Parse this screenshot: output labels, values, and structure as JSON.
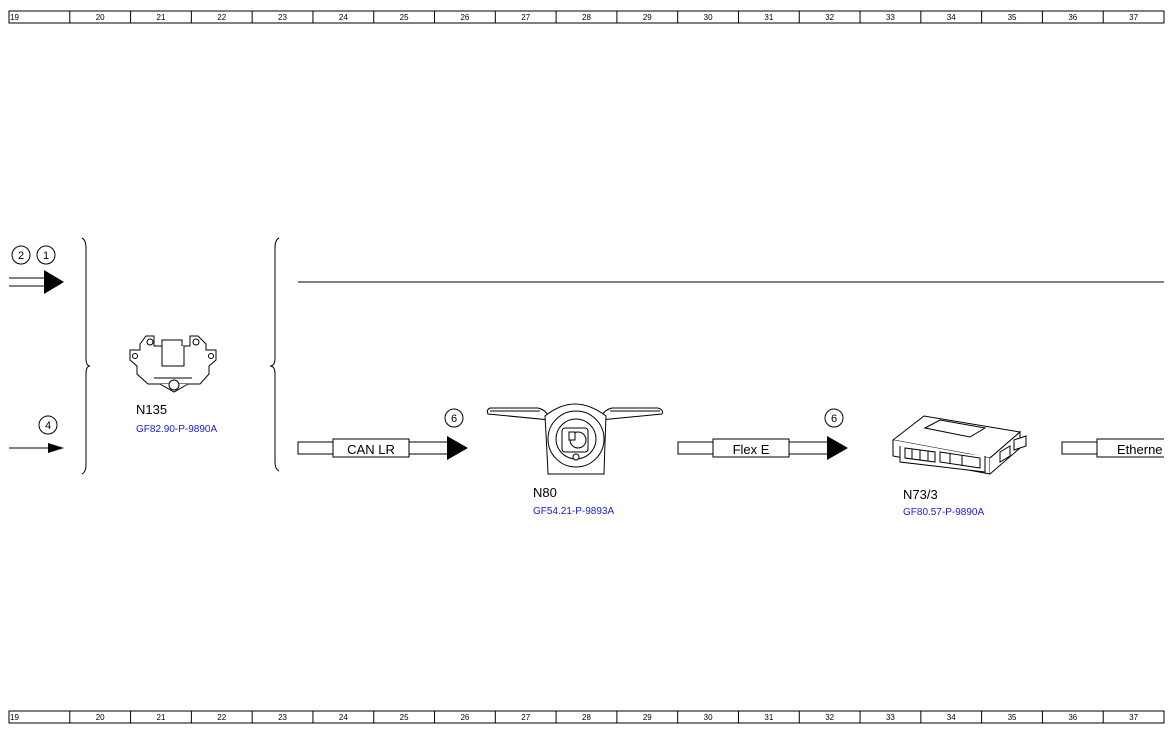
{
  "ruler": {
    "numbers": [
      "19",
      "20",
      "21",
      "22",
      "23",
      "24",
      "25",
      "26",
      "27",
      "28",
      "29",
      "30",
      "31",
      "32",
      "33",
      "34",
      "35",
      "36",
      "37"
    ]
  },
  "left_connectors": {
    "top_circles": [
      "2",
      "1"
    ],
    "bottom_circle": "4"
  },
  "components": [
    {
      "id": "N135",
      "code": "GF82.90-P-9890A",
      "icon": "control-switch-icon"
    },
    {
      "id": "N80",
      "code": "GF54.21-P-9893A",
      "icon": "steering-column-module-icon"
    },
    {
      "id": "N73/3",
      "code": "GF80.57-P-9890A",
      "icon": "control-unit-icon"
    }
  ],
  "buses": [
    {
      "label": "CAN LR",
      "circle": "6"
    },
    {
      "label": "Flex E",
      "circle": "6"
    },
    {
      "label": "Etherne"
    }
  ]
}
